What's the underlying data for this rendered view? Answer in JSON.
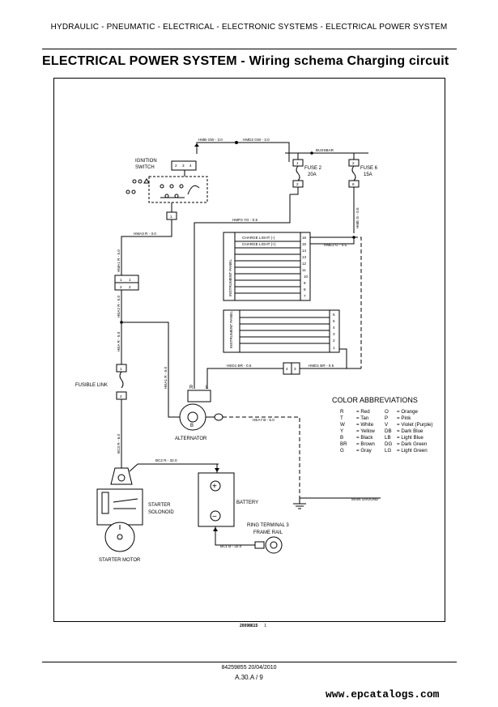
{
  "header": "HYDRAULIC - PNEUMATIC - ELECTRICAL - ELECTRONIC SYSTEMS - ELECTRICAL POWER SYSTEM",
  "title": "ELECTRICAL POWER SYSTEM - Wiring schema Charging circuit",
  "components": {
    "ignition_switch": [
      "IGNITION",
      "SWITCH"
    ],
    "ign_pins": [
      "2",
      "3",
      "4"
    ],
    "ign_pin_1": "1",
    "fuse2": [
      "FUSE 2",
      "20A"
    ],
    "fuse6": [
      "FUSE 6",
      "15A"
    ],
    "fuse_pins": [
      "1",
      "2"
    ],
    "fuse6_pins": [
      "2",
      "6"
    ],
    "bussbar": "BUSSBAR",
    "instrument_panel": "INSTRUMENT PANEL",
    "instrument_panel2": "INSTRUMENT PANEL",
    "charge_minus": "CHARGE LIGHT (-)",
    "charge_plus": "CHARGE LIGHT (+)",
    "panel1_pins": [
      "16",
      "15",
      "14",
      "13",
      "12",
      "11",
      "10",
      "9",
      "8",
      "7"
    ],
    "panel2_pins": [
      "6",
      "5",
      "4",
      "3",
      "2",
      "1"
    ],
    "connector_pins": [
      "1",
      "2"
    ],
    "hed_conn": [
      "4",
      "3"
    ],
    "fusible_link": "FUSIBLE LINK",
    "fl_pins": [
      "1",
      "2"
    ],
    "alternator": "ALTERNATOR",
    "alt_terms": [
      "R",
      "L",
      "B"
    ],
    "starter_solenoid": [
      "STARTER",
      "SOLONOID"
    ],
    "starter_motor": "STARTER MOTOR",
    "battery": "BATTERY",
    "battery_plus": "+",
    "battery_minus": "−",
    "ring_terminal": [
      "RING TERMINAL 3",
      "FRAME RAIL"
    ],
    "main_ground": "MAIN GROUND"
  },
  "wires": {
    "hmb": "HMB GW - 3.0",
    "hmd2": "HMD2 GW - 3.0",
    "hmp2": "HMP2 YG - 0.5",
    "hma3": "HMA3 R - 3.0",
    "hma1": "HMA1 R - 5.0",
    "hea2": "HEA2 R - 5.0",
    "hea": "HEA R - 5.0",
    "hea1": "HEA1 R - 5.0",
    "bc3": "BC3 R - 6.0",
    "bc2": "BC2 R - 32.0",
    "bc1": "BC1 B - 32.0",
    "hme2": "HME2 G - 0.5",
    "hme": "HME G - 0.5",
    "hed1": "HED1 BR - 0.5",
    "hmd1": "HMD1 BR - 0.5",
    "hea7": "HEA7 B - 5.0"
  },
  "legend": {
    "title": "COLOR ABBREVIATIONS",
    "left": [
      [
        "R",
        "= Red"
      ],
      [
        "T",
        "= Tan"
      ],
      [
        "W",
        "= White"
      ],
      [
        "Y",
        "= Yellow"
      ],
      [
        "B",
        "= Black"
      ],
      [
        "BR",
        "= Brown"
      ],
      [
        "G",
        "= Gray"
      ]
    ],
    "right": [
      [
        "O",
        "= Orange"
      ],
      [
        "P",
        "= Pink"
      ],
      [
        "V",
        "= Violet (Purple)"
      ],
      [
        "DB",
        "= Dark Blue"
      ],
      [
        "LB",
        "= Light Blue"
      ],
      [
        "DG",
        "= Dark Green"
      ],
      [
        "LG",
        "= Light Green"
      ]
    ]
  },
  "figure": {
    "id": "20098615",
    "num": "1"
  },
  "footer": {
    "doc": "84259855 20/04/2010",
    "page": "A.30.A / 9"
  },
  "watermark": "www.epcatalogs.com"
}
